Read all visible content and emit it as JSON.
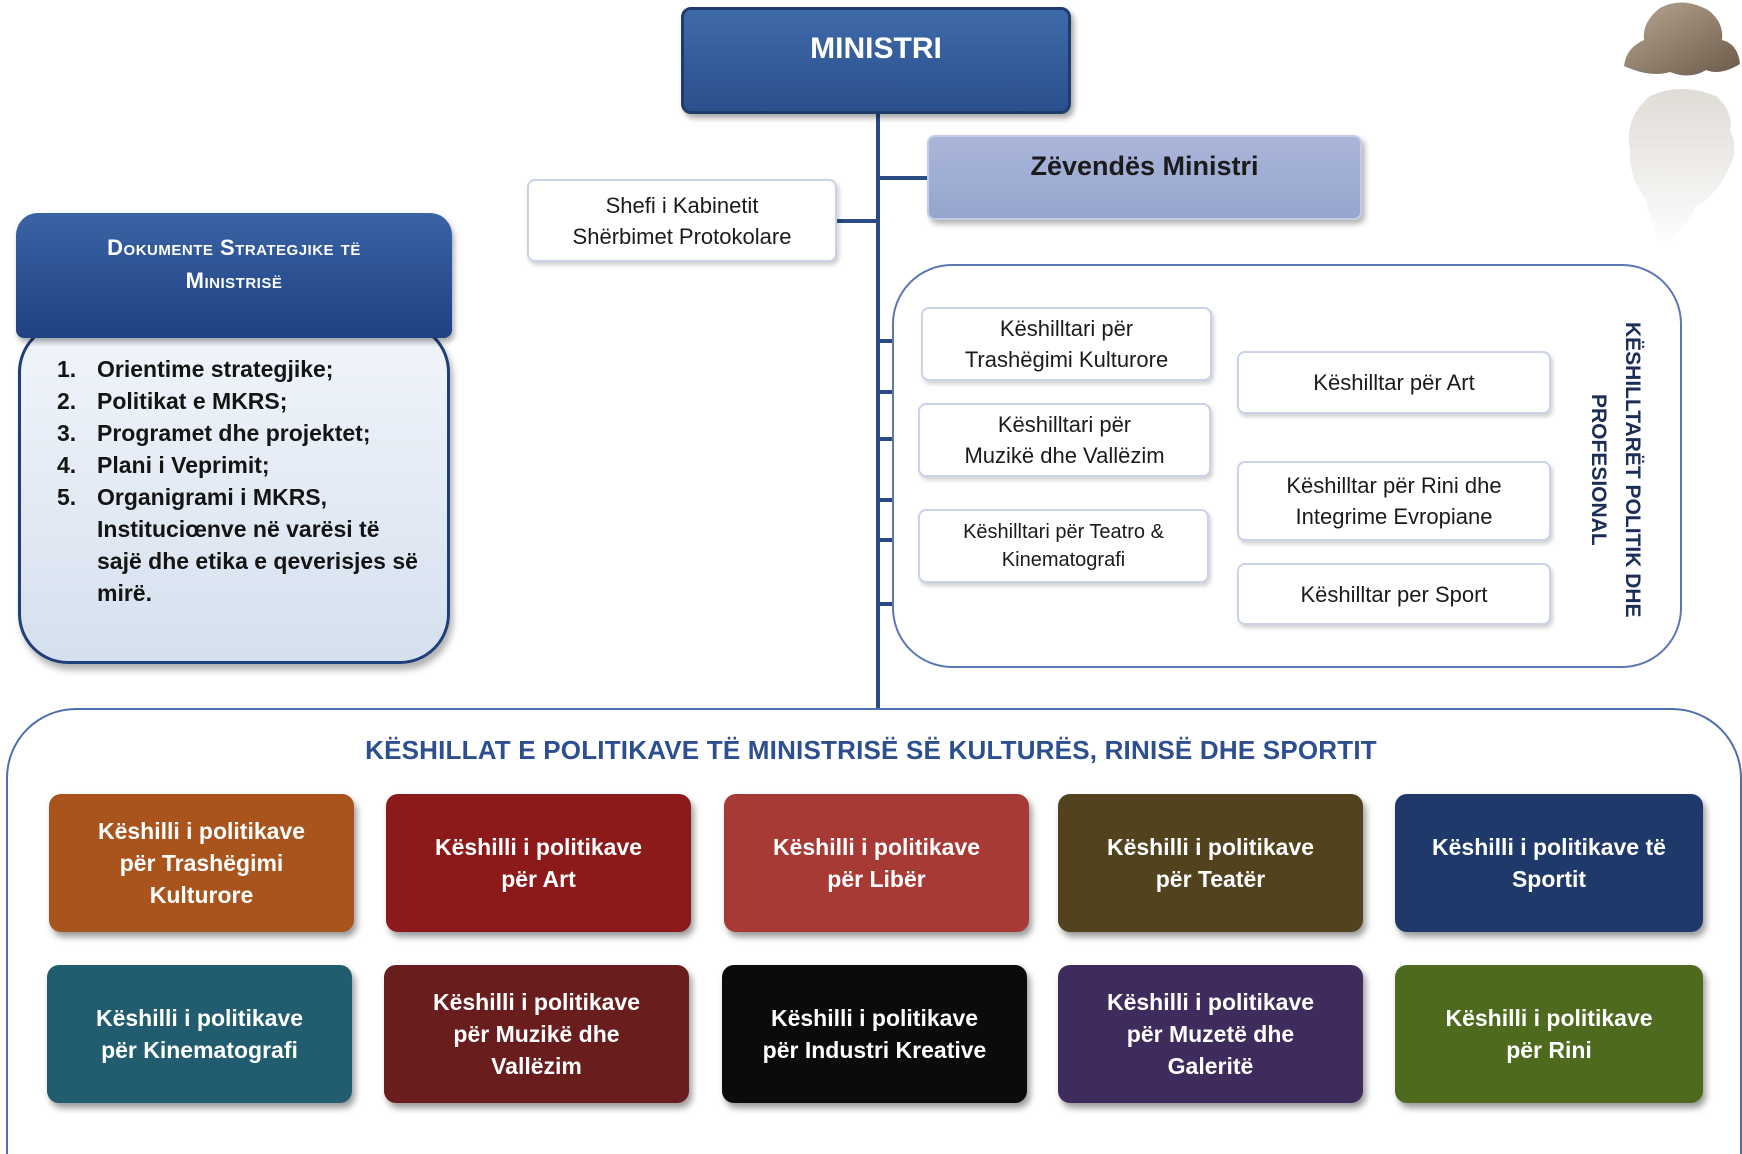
{
  "minister": "MINISTRI",
  "deputy": "Zëvendës Ministri",
  "chief_of_cabinet": {
    "line1": "Shefi i Kabinetit",
    "line2": "Shërbimet Protokolare"
  },
  "strategic_documents": {
    "title_line1": "Dokumente Strategjike të",
    "title_line2": "Ministrisë",
    "items": [
      {
        "num": "1.",
        "text": "Orientime strategjike;"
      },
      {
        "num": "2.",
        "text": "Politikat e MKRS;"
      },
      {
        "num": "3.",
        "text": "Programet dhe projektet;"
      },
      {
        "num": "4.",
        "text": "Plani i Veprimit;"
      },
      {
        "num": "5.",
        "text": "Organigrami i MKRS, Instituciœnve në varësi të sajë dhe etika e qeverisjes së mirë."
      }
    ]
  },
  "advisors": {
    "group_label": "KËSHILLTARËT POLITIK DHE\nPROFESIONAL",
    "heritage": {
      "line1": "Këshilltari për",
      "line2": "Trashëgimi Kulturore"
    },
    "music": {
      "line1": "Këshilltari për",
      "line2": "Muzikë dhe Vallëzim"
    },
    "theatre": {
      "line1": "Këshilltari për Teatro &",
      "line2": "Kinematografi"
    },
    "art": "Këshilltar për Art",
    "youth": {
      "line1": "Këshilltar për Rini dhe",
      "line2": "Integrime Evropiane"
    },
    "sport": "Këshilltar per Sport"
  },
  "councils": {
    "title": "KËSHILLAT E POLITIKAVE TË MINISTRISË SË KULTURËS, RINISË DHE SPORTIT",
    "row1": [
      {
        "line1": "Këshilli i politikave",
        "line2": "për Trashëgimi",
        "line3": "Kulturore",
        "color": "#a9541c"
      },
      {
        "line1": "Këshilli i politikave",
        "line2": "për Art",
        "line3": "",
        "color": "#8c1a1a"
      },
      {
        "line1": "Këshilli i politikave",
        "line2": "për Libër",
        "line3": "",
        "color": "#a83a36"
      },
      {
        "line1": "Këshilli i politikave",
        "line2": "për Teatër",
        "line3": "",
        "color": "#52431e"
      },
      {
        "line1": "Këshilli i politikave të",
        "line2": "Sportit",
        "line3": "",
        "color": "#1f3a6a"
      }
    ],
    "row2": [
      {
        "line1": "Këshilli i politikave",
        "line2": "për Kinematografi",
        "line3": "",
        "color": "#225d6f"
      },
      {
        "line1": "Këshilli i politikave",
        "line2": "për Muzikë dhe",
        "line3": "Vallëzim",
        "color": "#6a1d1d"
      },
      {
        "line1": "Këshilli i politikave",
        "line2": "për Industri Kreative",
        "line3": "",
        "color": "#0b0b0b"
      },
      {
        "line1": "Këshilli i politikave",
        "line2": "për Muzetë dhe",
        "line3": "Galeritë",
        "color": "#3f2c5c"
      },
      {
        "line1": "Këshilli i politikave",
        "line2": "për Rini",
        "line3": "",
        "color": "#4e6a1f"
      }
    ]
  },
  "colors": {
    "connector": "#2a4a82",
    "minister_fill": "#2f5597",
    "deputy_fill": "#9faad2",
    "title_text": "#2d4f8f"
  }
}
